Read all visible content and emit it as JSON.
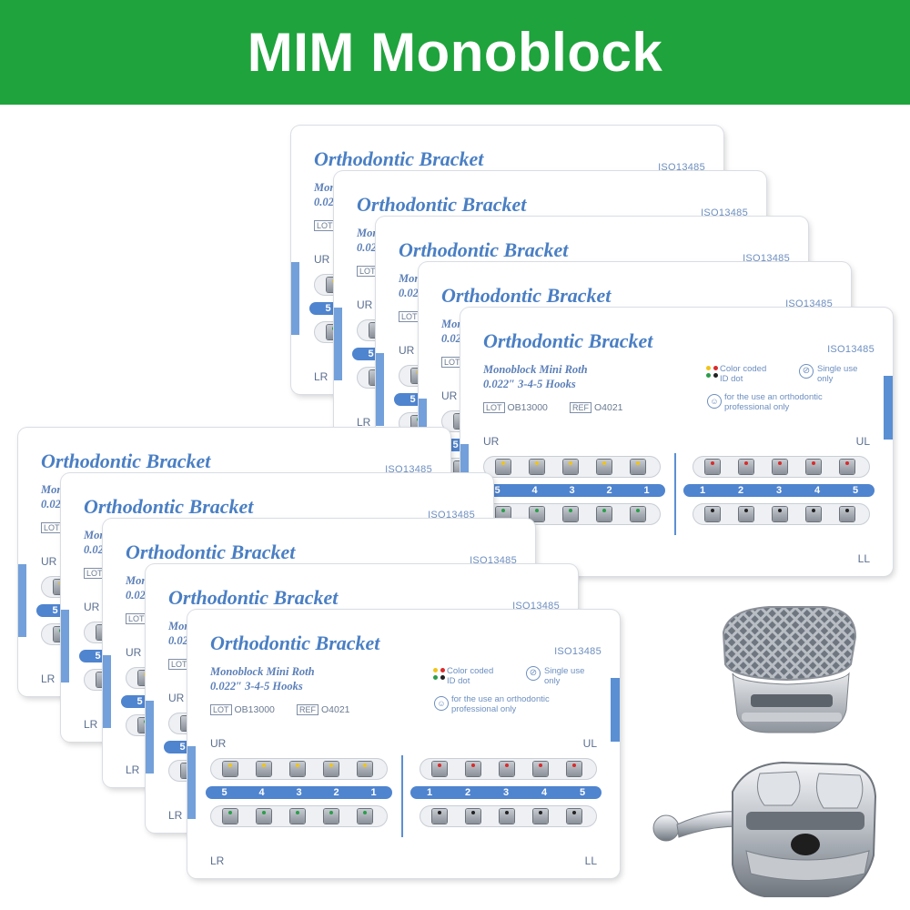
{
  "banner": {
    "title": "MIM Monoblock"
  },
  "card": {
    "title": "Orthodontic Bracket",
    "iso": "ISO13485",
    "model_line1": "Monoblock Mini Roth",
    "model_line2": "0.022″  3-4-5  Hooks",
    "lot_label": "LOT",
    "lot_value": "OB13000",
    "ref_label": "REF",
    "ref_value": "O4021",
    "color_coded_line1": "Color coded",
    "color_coded_line2": "ID dot",
    "single_use_line1": "Single use",
    "single_use_line2": "only",
    "professional_line1": "for the use an orthodontic",
    "professional_line2": "professional only",
    "quadrant_ur": "UR",
    "quadrant_ul": "UL",
    "quadrant_lr": "LR",
    "quadrant_ll": "LL",
    "numbers_right": [
      "5",
      "4",
      "3",
      "2",
      "1"
    ],
    "numbers_left": [
      "1",
      "2",
      "3",
      "4",
      "5"
    ]
  },
  "colors": {
    "banner": "#1fa33c",
    "card_blue": "#4a7fc4",
    "dot_yellow": "#f0c419",
    "dot_red": "#d92b2b",
    "dot_green": "#2a9d4a",
    "dot_black": "#222222"
  },
  "icons": [
    "single-use-icon",
    "smile-icon",
    "color-dot-icon"
  ]
}
